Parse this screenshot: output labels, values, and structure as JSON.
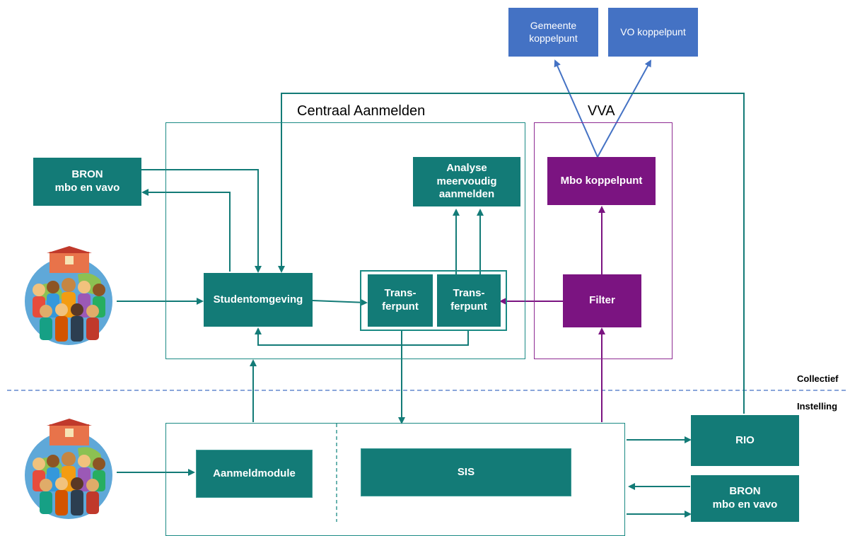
{
  "regions": {
    "centraal_aanmelden": "Centraal Aanmelden",
    "vva": "VVA"
  },
  "zones": {
    "collectief": "Collectief",
    "instelling": "Instelling"
  },
  "nodes": {
    "gemeente_koppelpunt": "Gemeente\nkoppelpunt",
    "vo_koppelpunt": "VO koppelpunt",
    "bron_top": "BRON\nmbo en vavo",
    "analyse": "Analyse\nmeervoudig\naanmelden",
    "mbo_koppelpunt": "Mbo koppelpunt",
    "studentomgeving": "Studentomgeving",
    "transferpunt_1": "Trans-\nferpunt",
    "transferpunt_2": "Trans-\nferpunt",
    "filter": "Filter",
    "aanmeldmodule": "Aanmeldmodule",
    "sis": "SIS",
    "rio": "RIO",
    "bron_bottom": "BRON\nmbo en vavo"
  },
  "colors": {
    "teal": "#137b77",
    "purple": "#7b1481",
    "blue": "#4472c4",
    "zone_line": "#4472c4"
  },
  "icons": [
    "students-globe-icon",
    "students-globe-icon"
  ]
}
